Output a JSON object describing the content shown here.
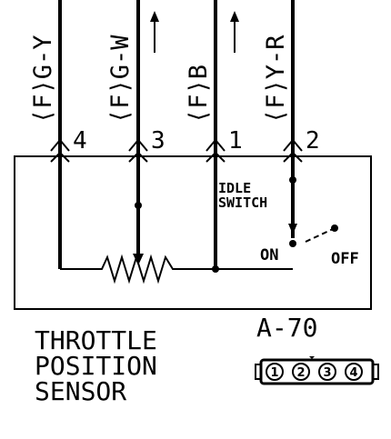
{
  "wires": [
    {
      "label": "⟨F⟩G-Y",
      "pin": "4"
    },
    {
      "label": "⟨F⟩G-W",
      "pin": "3"
    },
    {
      "label": "⟨F⟩B",
      "pin": "1"
    },
    {
      "label": "⟨F⟩Y-R",
      "pin": "2"
    }
  ],
  "switch": {
    "title_line1": "IDLE",
    "title_line2": "SWITCH",
    "on_label": "ON",
    "off_label": "OFF"
  },
  "component": {
    "name_line1": "THROTTLE",
    "name_line2": "POSITION",
    "name_line3": "SENSOR"
  },
  "connector": {
    "id": "A-70",
    "pins": [
      "1",
      "2",
      "3",
      "4"
    ]
  }
}
